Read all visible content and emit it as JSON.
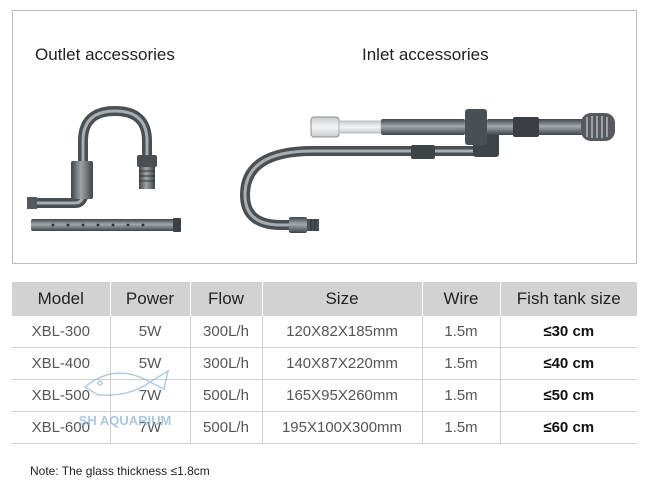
{
  "panel": {
    "outlet_label": "Outlet accessories",
    "inlet_label": "Inlet accessories"
  },
  "table": {
    "headers": [
      "Model",
      "Power",
      "Flow",
      "Size",
      "Wire",
      "Fish tank size"
    ],
    "rows": [
      [
        "XBL-300",
        "5W",
        "300L/h",
        "120X82X185mm",
        "1.5m",
        "≤30 cm"
      ],
      [
        "XBL-400",
        "5W",
        "300L/h",
        "140X87X220mm",
        "1.5m",
        "≤40 cm"
      ],
      [
        "XBL-500",
        "7W",
        "500L/h",
        "165X95X260mm",
        "1.5m",
        "≤50 cm"
      ],
      [
        "XBL-600",
        "7W",
        "500L/h",
        "195X100X300mm",
        "1.5m",
        "≤60 cm"
      ]
    ]
  },
  "note": "Note: The glass thickness ≤1.8cm",
  "watermark": "SH AQUARIUM",
  "colors": {
    "header_bg": "#d2d2d2",
    "pipe_dark": "#5a5f63",
    "pipe_light": "#9aa0a4"
  }
}
